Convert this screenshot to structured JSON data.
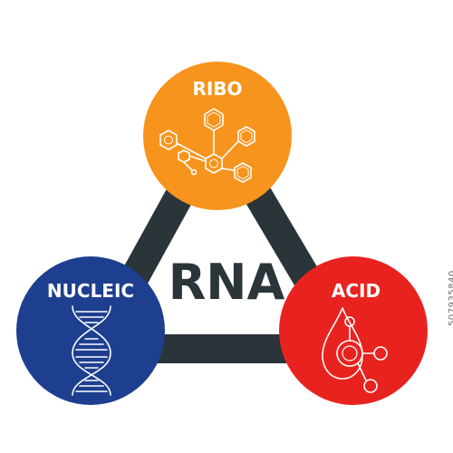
{
  "diagram": {
    "center_label": "RNA",
    "nodes": [
      {
        "id": "ribo",
        "label": "RIBO",
        "color": "#f7941d",
        "icon": "molecule-structure-icon"
      },
      {
        "id": "nucleic",
        "label": "NUCLEIC",
        "color": "#1e3f8f",
        "icon": "dna-helix-icon"
      },
      {
        "id": "acid",
        "label": "ACID",
        "color": "#e8231f",
        "icon": "acid-drop-molecule-icon"
      }
    ],
    "triangle_color": "#2a3439"
  },
  "watermark": {
    "id_text": "507935840"
  }
}
